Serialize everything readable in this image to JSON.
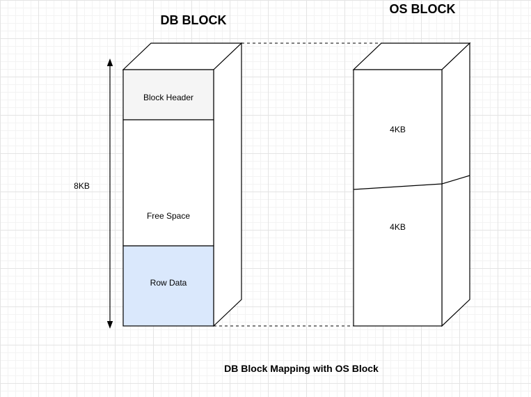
{
  "diagram": {
    "db_block": {
      "title": "DB BLOCK",
      "size_label": "8KB",
      "sections": [
        {
          "label": "Block Header"
        },
        {
          "label": "Free Space"
        },
        {
          "label": "Row Data"
        }
      ]
    },
    "os_block": {
      "title": "OS BLOCK",
      "sections": [
        {
          "label": "4KB"
        },
        {
          "label": "4KB"
        }
      ]
    },
    "caption": "DB Block Mapping with OS Block"
  },
  "colors": {
    "stroke": "#000000",
    "block_header_fill": "#f5f5f5",
    "free_space_fill": "#ffffff",
    "row_data_fill": "#dae8fc",
    "face_fill": "#ffffff"
  }
}
